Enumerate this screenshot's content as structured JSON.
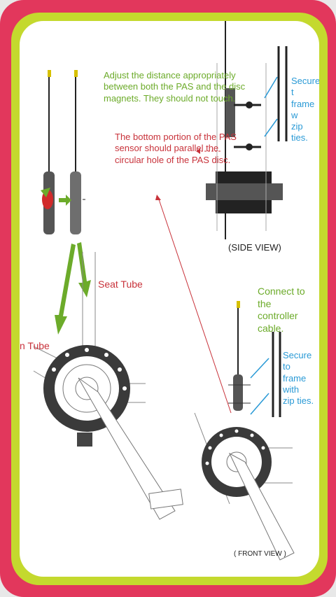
{
  "diagram": {
    "adjust_note": "Adjust the distance appropriately\nbetween both the PAS and the disc\nmagnets. They should not touch.",
    "bottom_note": "The bottom portion of the PAS\nsensor should parallel the\ncircular hole of the PAS disc.",
    "secure_top": "Secure t\nframe w\nzip ties.",
    "side_view": "(SIDE VIEW)",
    "seat_tube": "Seat Tube",
    "down_tube": "n Tube",
    "connect_note": "Connect to the\ncontroller cable.",
    "secure_bottom": "Secure to\nframe with\nzip ties.",
    "front_view": "( FRONT VIEW )"
  },
  "colors": {
    "frame_outer": "#e2375c",
    "frame_inner": "#c4d92e",
    "green_text": "#6cab2a",
    "red_text": "#c8323a",
    "blue_text": "#2a9ad6"
  }
}
